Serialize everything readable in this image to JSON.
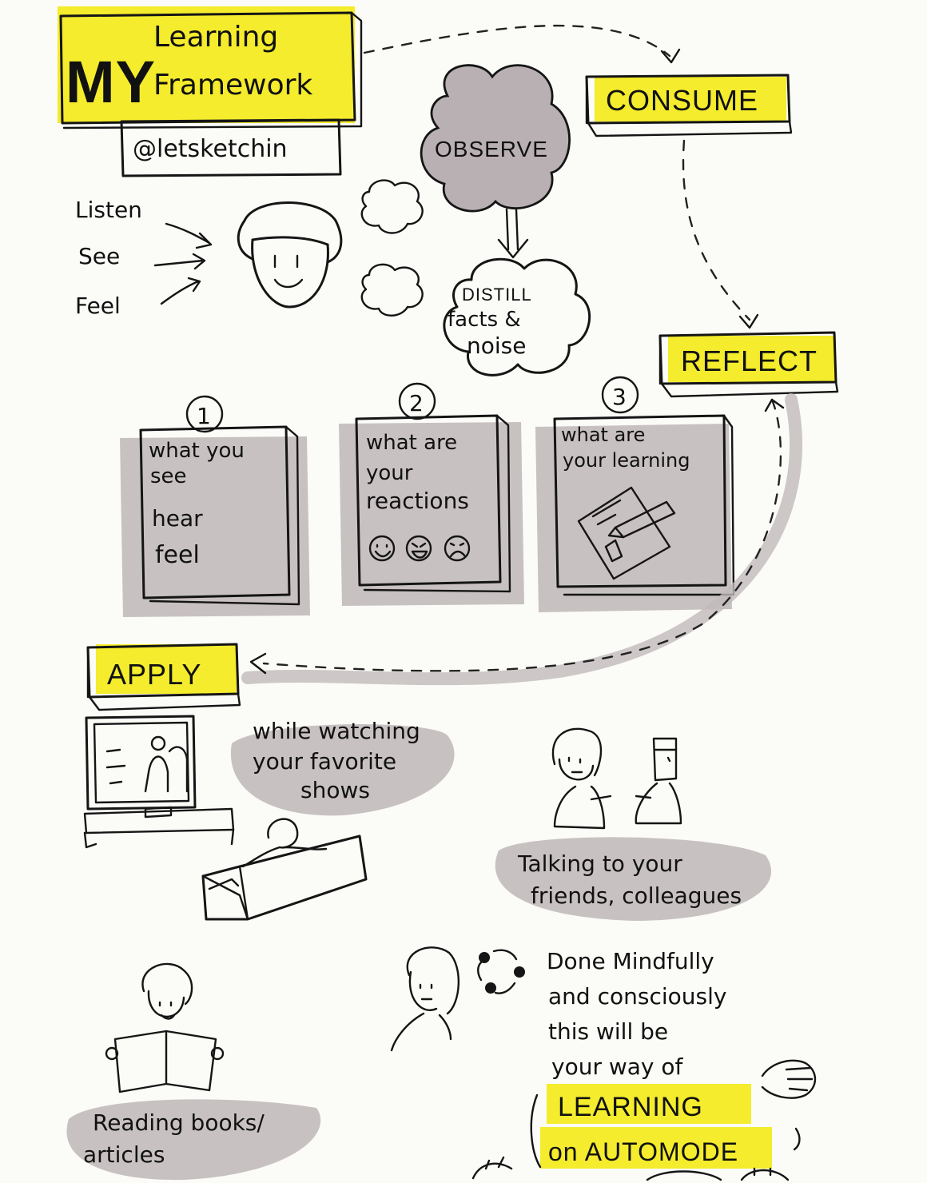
{
  "title": {
    "my": "MY",
    "line1": "Learning",
    "line2": "Framework"
  },
  "handle": "@letsketchin",
  "senses": [
    "Listen",
    "See",
    "Feel"
  ],
  "observe": "OBSERVE",
  "distill": {
    "title": "DISTILL",
    "line2": "facts &",
    "line3": "noise"
  },
  "stages": {
    "consume": "CONSUME",
    "reflect": "REFLECT",
    "apply": "APPLY"
  },
  "steps": [
    {
      "number": "1",
      "lines": [
        "what you",
        "see",
        "hear",
        "feel"
      ]
    },
    {
      "number": "2",
      "lines": [
        "what are",
        "your",
        "reactions"
      ]
    },
    {
      "number": "3",
      "lines": [
        "what are",
        "your learning"
      ]
    }
  ],
  "apply_examples": {
    "tv": [
      "while watching",
      "your favorite",
      "shows"
    ],
    "talk": [
      "Talking to your",
      "friends, colleagues"
    ],
    "read": [
      "Reading books/",
      "articles"
    ]
  },
  "conclusion": {
    "lines": [
      "Done Mindfully",
      "and consciously",
      "this will be",
      "your way of"
    ],
    "highlight1": "LEARNING",
    "highlight2": "on AUTOMODE"
  },
  "colors": {
    "highlight": "#f4ec2c",
    "marker_gray": "#b7adb0",
    "ink": "#151515",
    "paper": "#fbfbf8"
  }
}
